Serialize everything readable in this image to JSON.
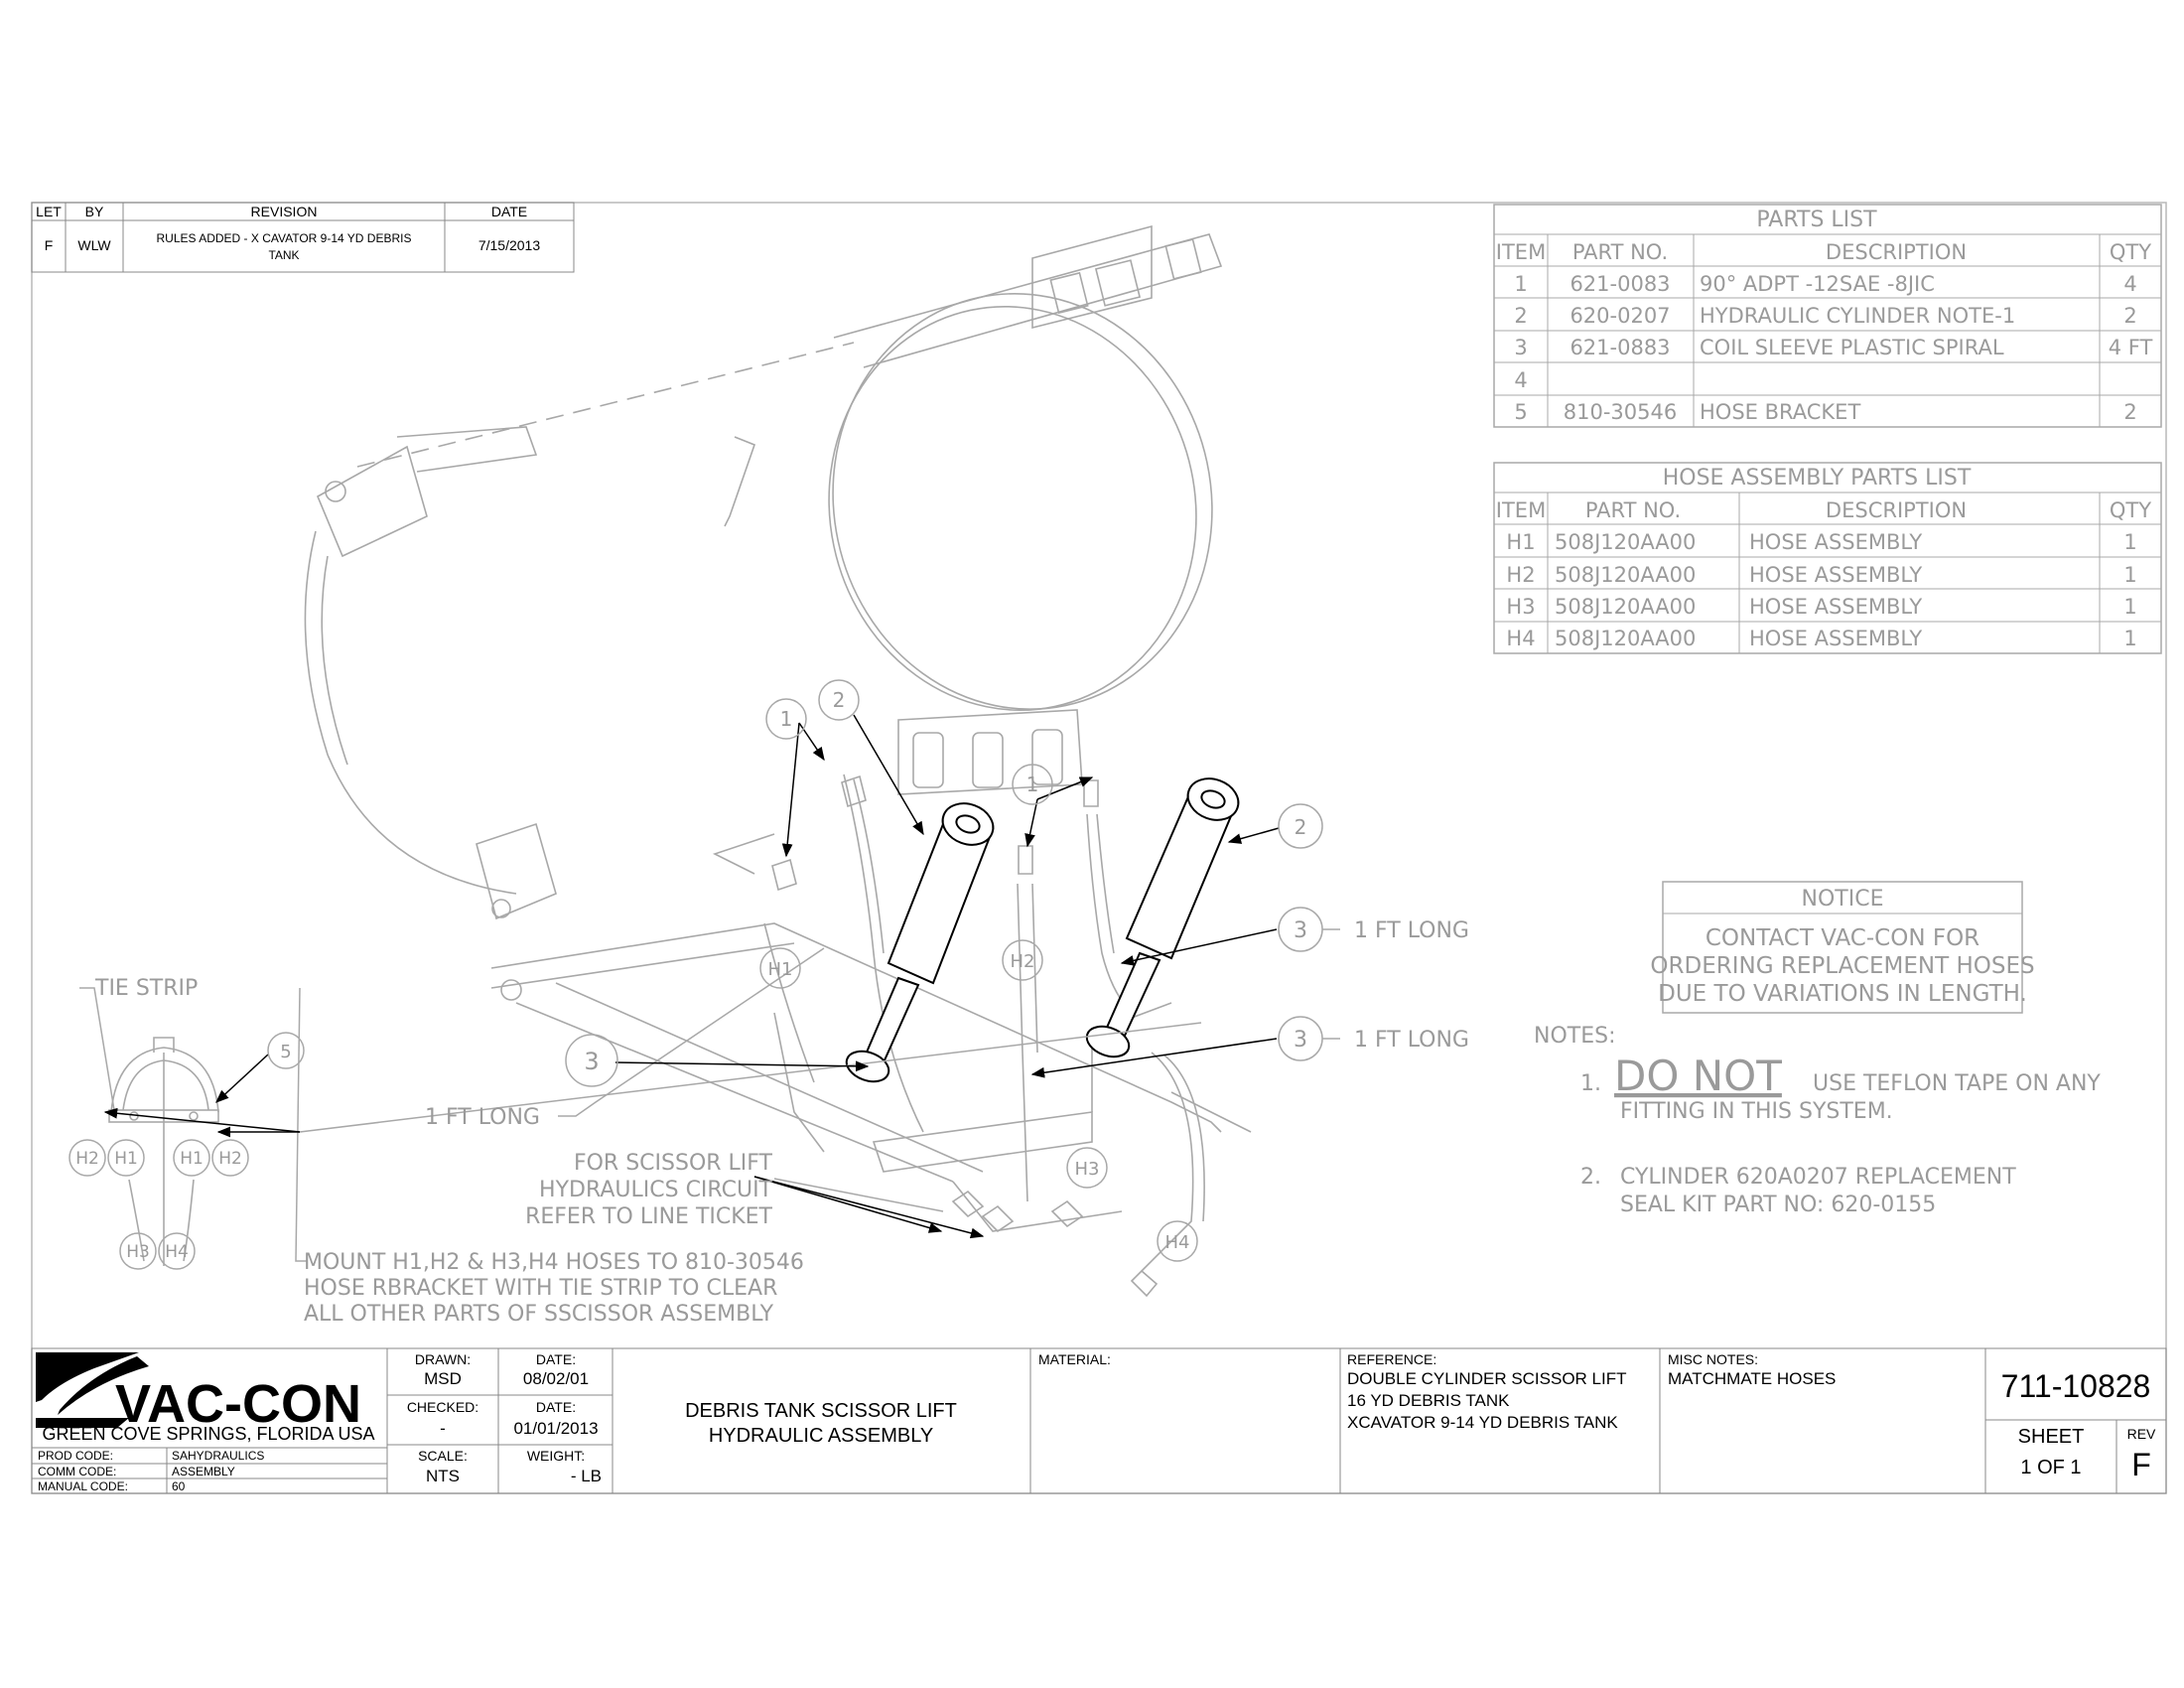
{
  "revision_block": {
    "headers": [
      "LET",
      "BY",
      "REVISION",
      "DATE"
    ],
    "row": {
      "let": "F",
      "by": "WLW",
      "revision_line1": "RULES ADDED - X CAVATOR 9-14 YD DEBRIS",
      "revision_line2": "TANK",
      "date": "7/15/2013"
    }
  },
  "parts_list": {
    "title": "PARTS LIST",
    "headers": [
      "ITEM",
      "PART NO.",
      "DESCRIPTION",
      "QTY"
    ],
    "rows": [
      {
        "item": "1",
        "part_no": "621-0083",
        "description": "90° ADPT -12SAE -8JIC",
        "qty": "4"
      },
      {
        "item": "2",
        "part_no": "620-0207",
        "description": "HYDRAULIC CYLINDER  NOTE-1",
        "qty": "2"
      },
      {
        "item": "3",
        "part_no": "621-0883",
        "description": "COIL SLEEVE PLASTIC SPIRAL",
        "qty": "4 FT"
      },
      {
        "item": "4",
        "part_no": "",
        "description": "",
        "qty": ""
      },
      {
        "item": "5",
        "part_no": "810-30546",
        "description": "HOSE BRACKET",
        "qty": "2"
      }
    ]
  },
  "hose_list": {
    "title": "HOSE ASSEMBLY PARTS LIST",
    "headers": [
      "ITEM",
      "PART NO.",
      "DESCRIPTION",
      "QTY"
    ],
    "rows": [
      {
        "item": "H1",
        "part_no": "508J120AA00",
        "description": "HOSE ASSEMBLY",
        "qty": "1"
      },
      {
        "item": "H2",
        "part_no": "508J120AA00",
        "description": "HOSE ASSEMBLY",
        "qty": "1"
      },
      {
        "item": "H3",
        "part_no": "508J120AA00",
        "description": "HOSE ASSEMBLY",
        "qty": "1"
      },
      {
        "item": "H4",
        "part_no": "508J120AA00",
        "description": "HOSE ASSEMBLY",
        "qty": "1"
      }
    ]
  },
  "notice": {
    "title": "NOTICE",
    "line1": "CONTACT VAC-CON FOR",
    "line2": "ORDERING REPLACEMENT HOSES",
    "line3": "DUE TO VARIATIONS IN LENGTH."
  },
  "notes": {
    "heading": "NOTES:",
    "n1_num": "1.",
    "n1_emph": "DO NOT",
    "n1_rest": "USE TEFLON TAPE ON ANY",
    "n1_line2": "FITTING IN THIS SYSTEM.",
    "n2_num": "2.",
    "n2_line1": "CYLINDER 620A0207 REPLACEMENT",
    "n2_line2": "SEAL KIT PART NO: 620-0155"
  },
  "callouts": {
    "balloon_1": "1",
    "balloon_2": "2",
    "balloon_3": "3",
    "balloon_5": "5",
    "h1": "H1",
    "h2": "H2",
    "h3": "H3",
    "h4": "H4",
    "one_ft_long": "1 FT LONG",
    "tie_strip": "TIE STRIP",
    "scissor_line1": "FOR SCISSOR LIFT",
    "scissor_line2": "HYDRAULICS CIRCUIT",
    "scissor_line3": "REFER TO LINE TICKET",
    "mount_line1": "MOUNT H1,H2 & H3,H4 HOSES TO 810-30546",
    "mount_line2": "HOSE RBRACKET WITH TIE STRIP TO CLEAR",
    "mount_line3": "ALL OTHER PARTS OF SSCISSOR ASSEMBLY"
  },
  "title_block": {
    "logo_text": "VAC-CON",
    "location": "GREEN COVE SPRINGS, FLORIDA USA",
    "prod_code_label": "PROD CODE:",
    "prod_code": "SAHYDRAULICS",
    "comm_code_label": "COMM CODE:",
    "comm_code": "ASSEMBLY",
    "manual_code_label": "MANUAL CODE:",
    "manual_code": "60",
    "drawn_label": "DRAWN:",
    "drawn": "MSD",
    "date1_label": "DATE:",
    "date1": "08/02/01",
    "checked_label": "CHECKED:",
    "checked": "-",
    "date2_label": "DATE:",
    "date2": "01/01/2013",
    "scale_label": "SCALE:",
    "scale": "NTS",
    "weight_label": "WEIGHT:",
    "weight": "- LB",
    "title_line1": "DEBRIS TANK SCISSOR LIFT",
    "title_line2": "HYDRAULIC ASSEMBLY",
    "material_label": "MATERIAL:",
    "reference_label": "REFERENCE:",
    "reference_line1": "DOUBLE CYLINDER SCISSOR LIFT",
    "reference_line2": "16 YD DEBRIS TANK",
    "reference_line3": "XCAVATOR 9-14 YD DEBRIS TANK",
    "misc_label": "MISC NOTES:",
    "misc": "MATCHMATE HOSES",
    "drawing_no": "711-10828",
    "sheet_label": "SHEET",
    "sheet": "1 OF 1",
    "rev_label": "REV",
    "rev": "F"
  }
}
